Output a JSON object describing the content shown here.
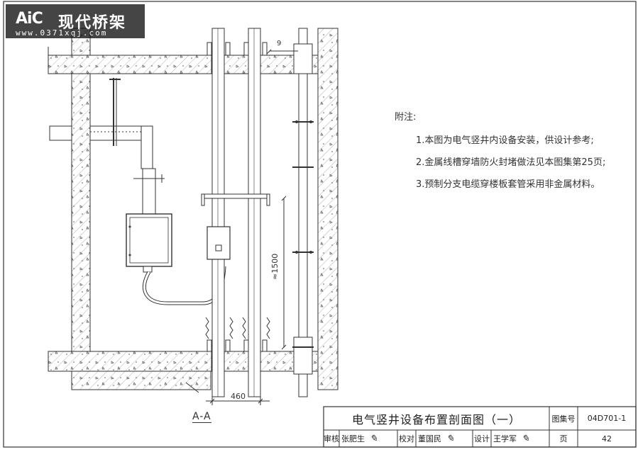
{
  "watermark": {
    "mark": "AiC",
    "name": "现代桥架",
    "url": "www.0371xqj.com"
  },
  "notes": {
    "title": "附注:",
    "items": [
      "1.本图为电气竖井内设备安装，供设计参考;",
      "2.金属线槽穿墙防火封堵做法见本图集第25页;",
      "3.预制分支电缆穿楼板套管采用非金属材料。"
    ]
  },
  "dimensions": {
    "width": "460",
    "height": "≈1500",
    "gap": "9"
  },
  "section_label": "A-A",
  "title_block": {
    "title": "电气竖井设备布置剖面图（一）",
    "atlas_label": "图集号",
    "atlas_no": "04D701-1",
    "review_label": "审核",
    "reviewer": "张肥生",
    "check_label": "校对",
    "checker": "董国民",
    "design_label": "设计",
    "designer": "王学军",
    "page_label": "页",
    "page_no": "42"
  }
}
